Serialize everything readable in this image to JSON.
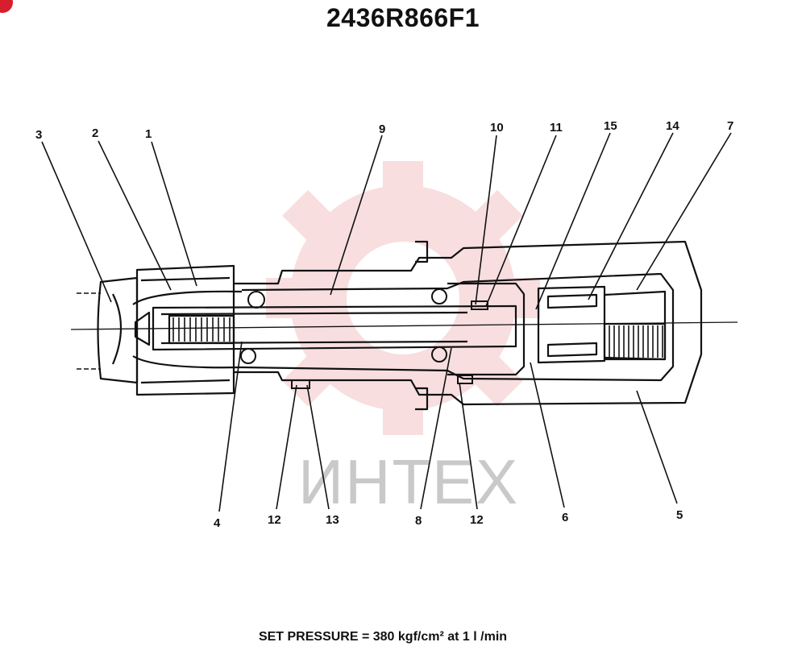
{
  "title": "2436R866F1",
  "footer_note": "SET PRESSURE = 380 kgf/cm² at 1 l /min",
  "watermark": "ИНТЕХ",
  "callouts": {
    "c1": "1",
    "c2": "2",
    "c3": "3",
    "c4": "4",
    "c5": "5",
    "c6": "6",
    "c7": "7",
    "c8": "8",
    "c9": "9",
    "c10": "10",
    "c11": "11",
    "c12a": "12",
    "c12b": "12",
    "c13": "13",
    "c14": "14",
    "c15": "15"
  },
  "colors": {
    "ink": "#111111",
    "watermark_red": "#f4c4c6",
    "watermark_gray": "#c9c9c9",
    "mark_red": "#d81e2c"
  }
}
